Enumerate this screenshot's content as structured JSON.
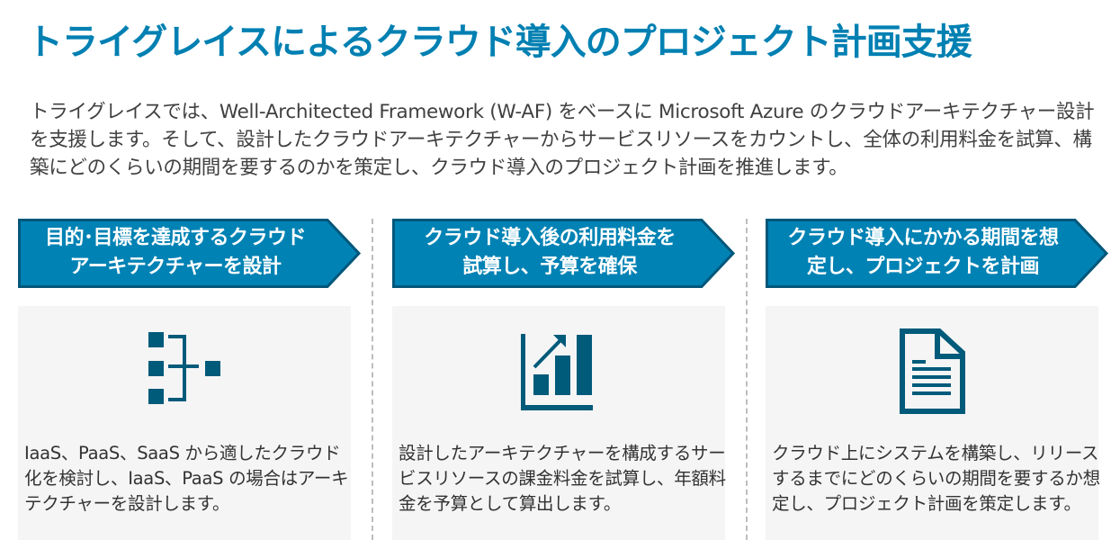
{
  "title": "トライグレイスによるクラウド導入のプロジェクト計画支援",
  "intro": "トライグレイスでは、Well-Architected Framework (W-AF) をベースに Microsoft Azure のクラウドアーキテクチャー設計を支援します。そして、設計したクラウドアーキテクチャーからサービスリソースをカウントし、全体の利用料金を試算、構築にどのくらいの期間を要するのかを策定し、クラウド導入のプロジェクト計画を推進します。",
  "columns": [
    {
      "heading_line1": "目的･目標を達成するクラウド",
      "heading_line2": "アーキテクチャーを設計",
      "icon": "hierarchy-icon",
      "description": "IaaS、PaaS、SaaS から適したクラウド化を検討し、IaaS、PaaS の場合はアーキテクチャーを設計します。"
    },
    {
      "heading_line1": "クラウド導入後の利用料金を",
      "heading_line2": "試算し、予算を確保",
      "icon": "bar-chart-growth-icon",
      "description": "設計したアーキテクチャーを構成するサービスリソースの課金料金を試算し、年額料金を予算として算出します。"
    },
    {
      "heading_line1": "クラウド導入にかかる期間を想",
      "heading_line2": "定し、プロジェクトを計画",
      "icon": "document-icon",
      "description": "クラウド上にシステムを構築し、リリースするまでにどのくらいの期間を要するか想定し、プロジェクト計画を策定します。"
    }
  ],
  "colors": {
    "title": "#0080B2",
    "arrow_fill": "#0082B4",
    "arrow_border": "#00577A",
    "icon": "#005A7A",
    "panel": "#F5F5F5"
  }
}
